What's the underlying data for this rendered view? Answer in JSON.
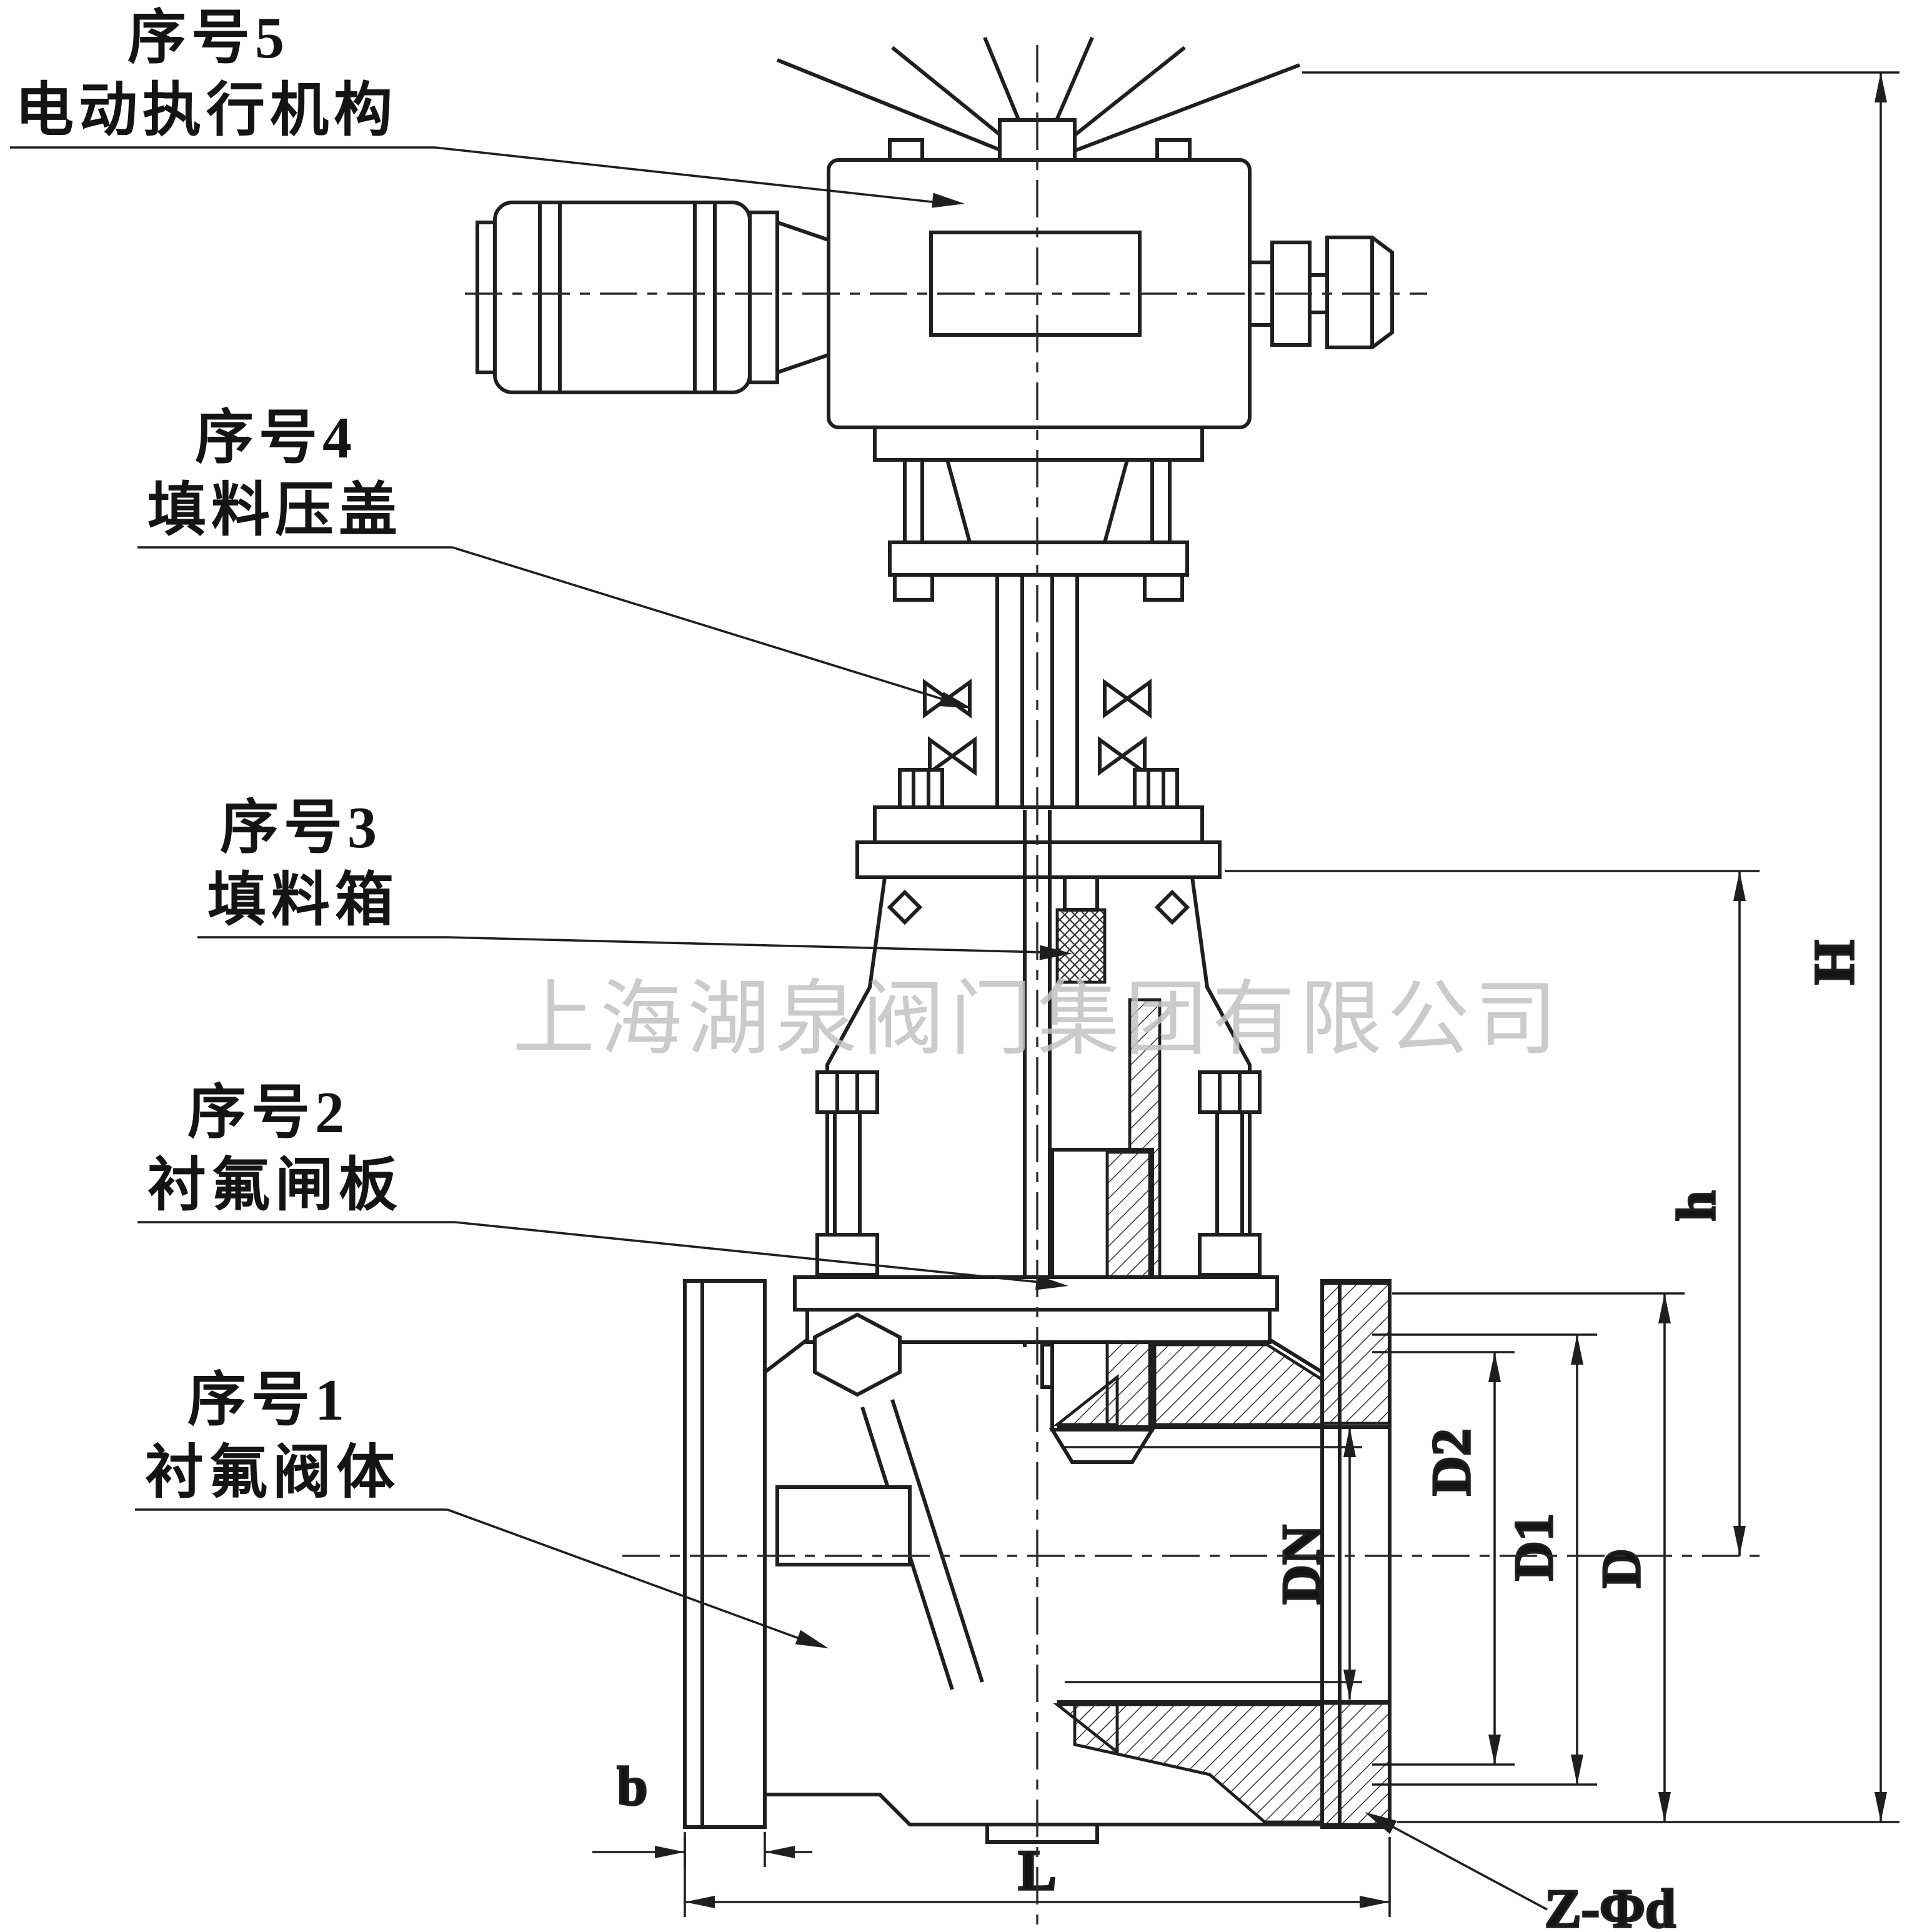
{
  "drawing": {
    "type": "electric-gate-valve-sectional-drawing",
    "watermark": "上海湖泉阀门集团有限公司",
    "callouts": [
      {
        "no": "序号5",
        "name": "电动执行机构"
      },
      {
        "no": "序号4",
        "name": "填料压盖"
      },
      {
        "no": "序号3",
        "name": "填料箱"
      },
      {
        "no": "序号2",
        "name": "衬氟闸板"
      },
      {
        "no": "序号1",
        "name": "衬氟阀体"
      }
    ],
    "dims": {
      "H": "H",
      "h": "h",
      "D": "D",
      "D1": "D1",
      "D2": "D2",
      "DN": "DN",
      "b": "b",
      "L": "L",
      "Zd": "Z-Φd"
    }
  },
  "colors": {
    "line": "#1f1f1f",
    "watermark": "#c2c2c2",
    "background": "#ffffff"
  }
}
